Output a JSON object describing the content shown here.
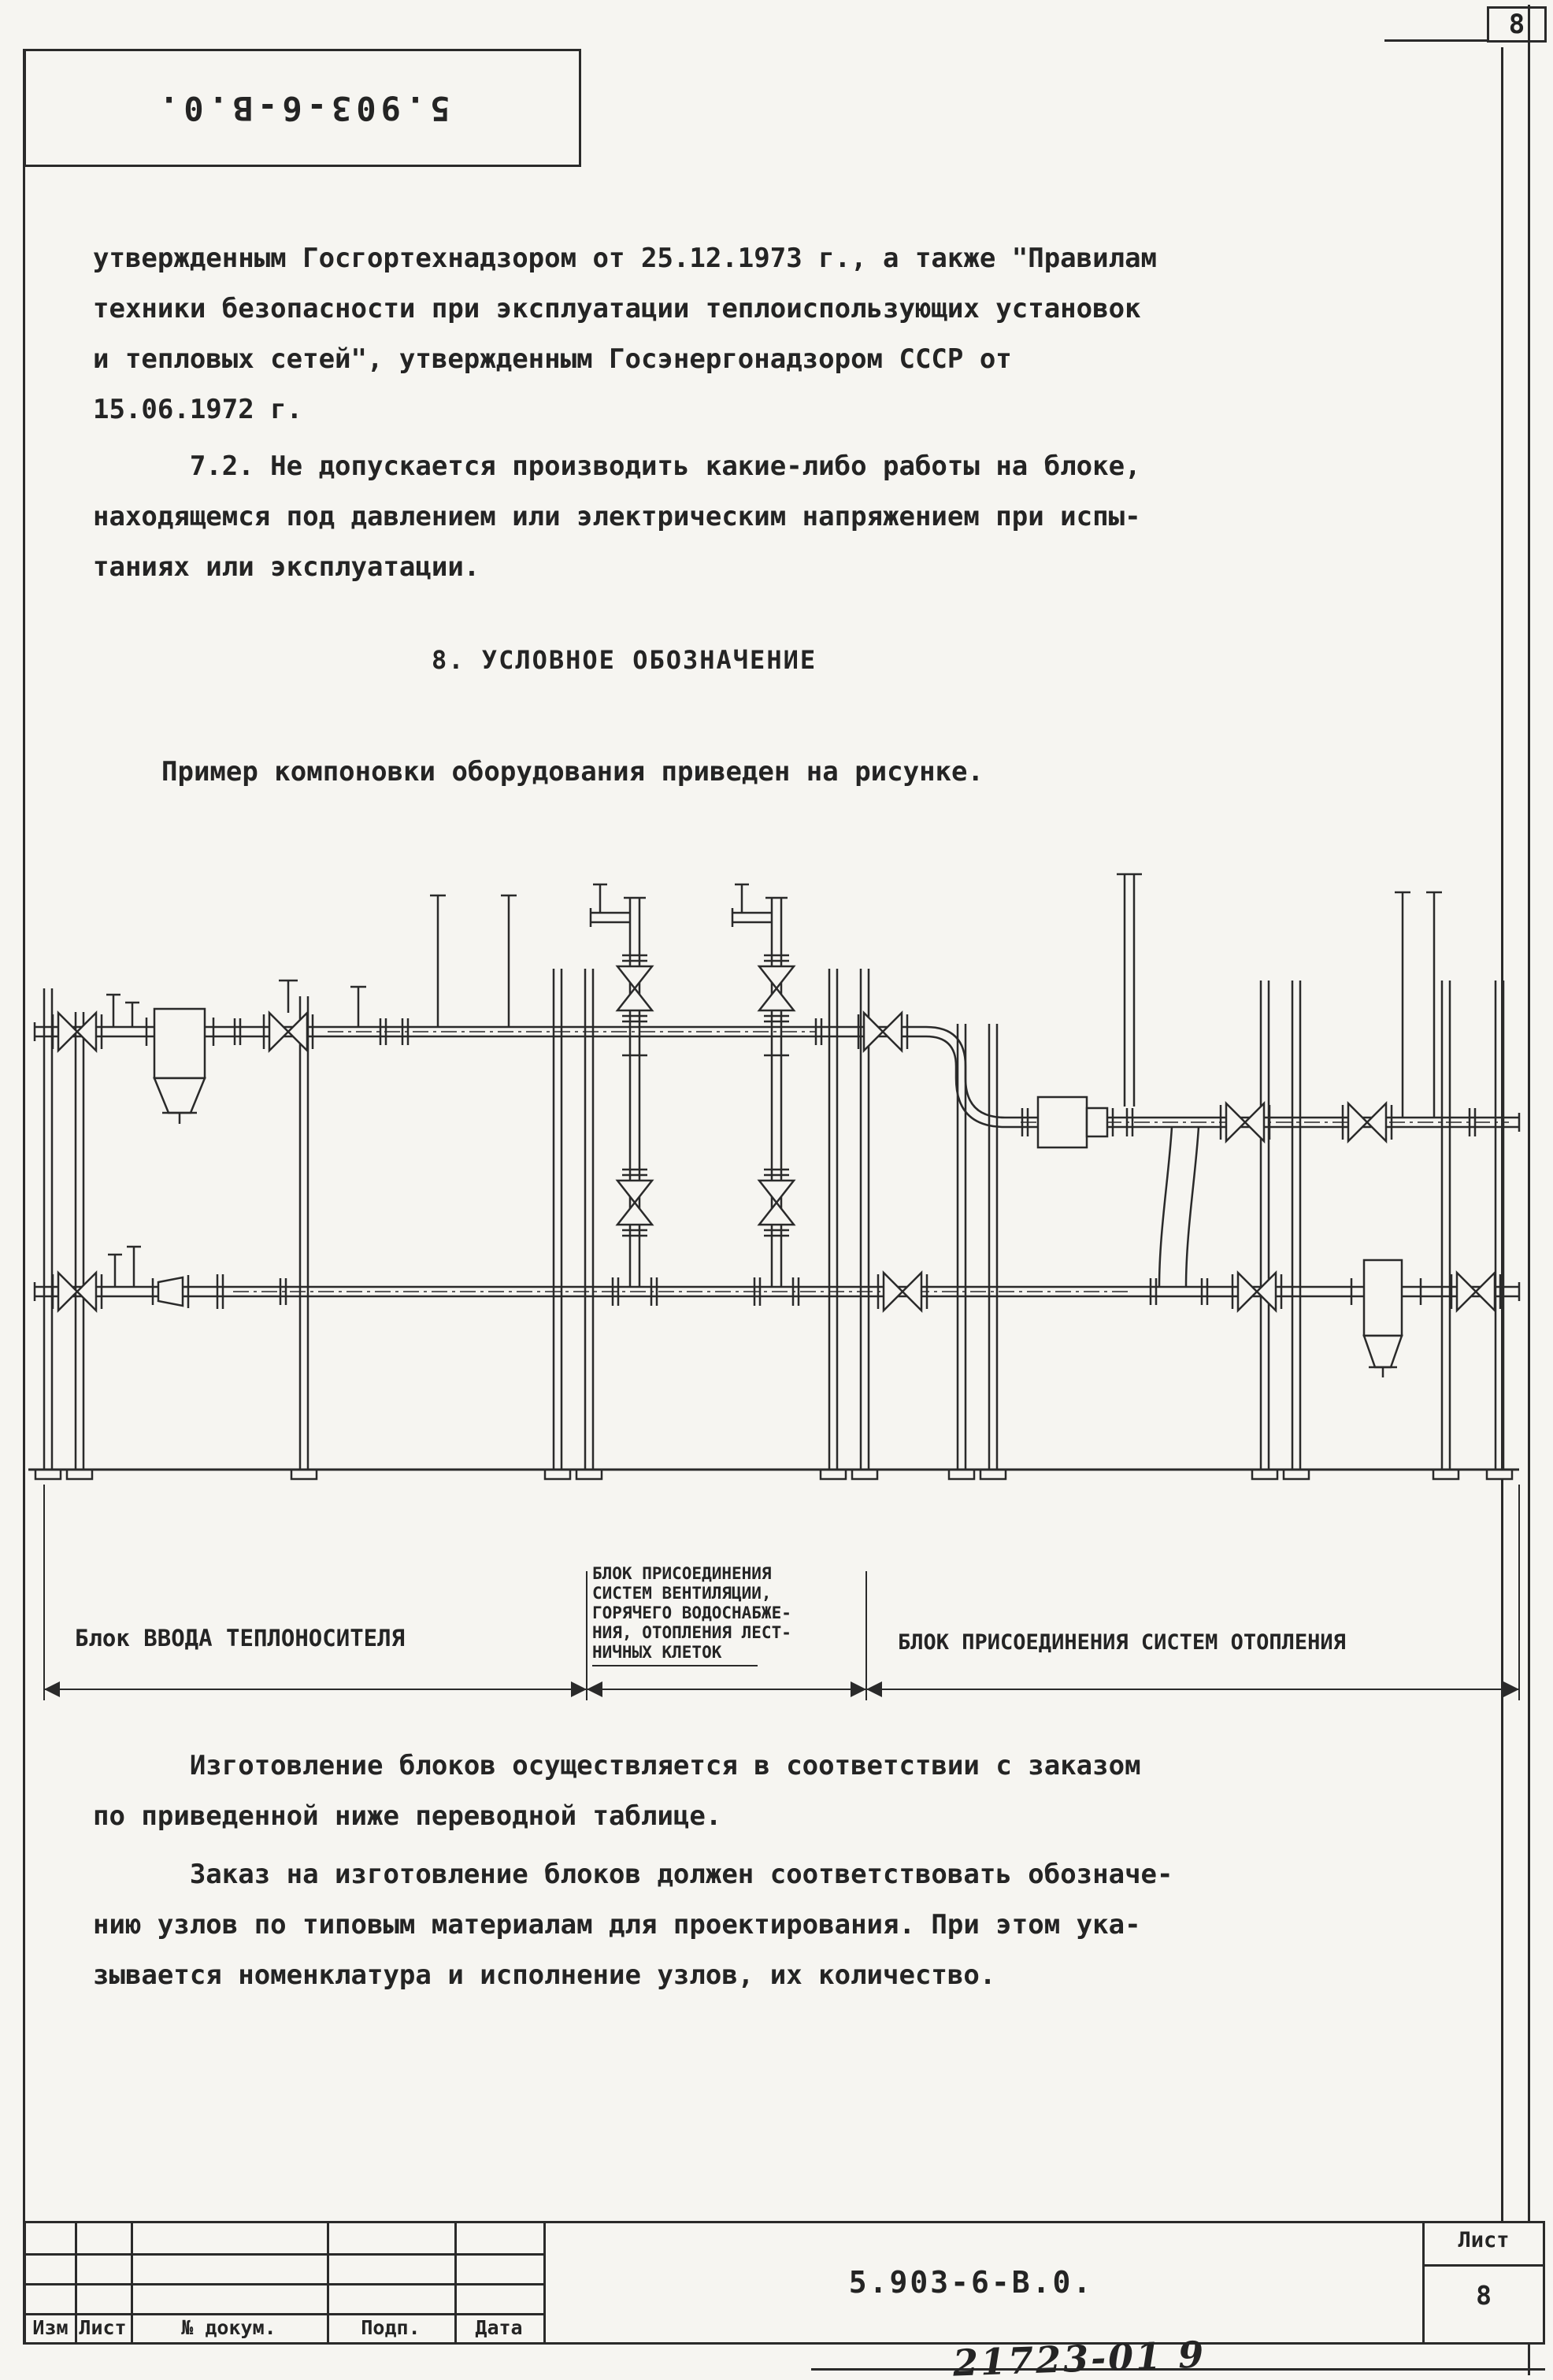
{
  "page": {
    "sheet_number_top": "8",
    "stamp_code_rotated": "5.903-6-В.0."
  },
  "body": {
    "paragraph_1": "утвержденным Госгортехнадзором от 25.12.1973 г., а также \"Правилам\nтехники безопасности при эксплуатации теплоиспользующих установок\nи тепловых сетей\", утвержденным Госэнергонадзором СССР от\n15.06.1972 г.",
    "paragraph_2": "      7.2. Не допускается производить какие-либо работы на блоке,\nнаходящемся под давлением или электрическим напряжением при испы-\nтаниях или эксплуатации.",
    "section_heading": "8. УСЛОВНОЕ ОБОЗНАЧЕНИЕ",
    "figure_intro": "Пример компоновки оборудования приведен на рисунке.",
    "paragraph_3": "      Изготовление блоков осуществляется в соответствии с заказом\nпо приведенной ниже переводной таблице.",
    "paragraph_4": "      Заказ на изготовление блоков должен соответствовать обозначе-\nнию узлов по типовым материалам для проектирования. При этом ука-\nзывается номенклатура и исполнение узлов, их количество."
  },
  "figure": {
    "label_left": "Блок ВВОДА ТЕПЛОНОСИТЕЛЯ",
    "label_middle": "БЛОК ПРИСОЕДИНЕНИЯ\nСИСТЕМ ВЕНТИЛЯЦИИ,\nГОРЯЧЕГО ВОДОСНАБЖЕ-\nНИЯ, ОТОПЛЕНИЯ ЛЕСТ-\nНИЧНЫХ КЛЕТОК",
    "label_right": "БЛОК ПРИСОЕДИНЕНИЯ СИСТЕМ ОТОПЛЕНИЯ"
  },
  "title_block": {
    "columns": [
      "Изм",
      "Лист",
      "№ докум.",
      "Подп.",
      "Дата"
    ],
    "doc_code": "5.903-6-В.0.",
    "sheet_label": "Лист",
    "sheet_number": "8",
    "handwritten_note": "21723-01  9"
  },
  "colors": {
    "paper": "#f6f5f1",
    "ink": "#2a2a2a"
  }
}
